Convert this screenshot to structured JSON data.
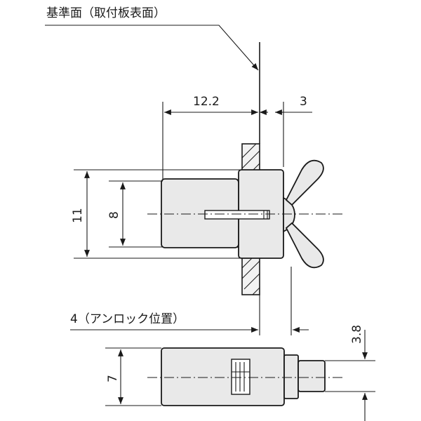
{
  "labels": {
    "reference_surface": "基準面（取付板表面）",
    "dim_12_2": "12.2",
    "dim_3": "3",
    "dim_11": "11",
    "dim_8": "8",
    "dim_4_unlock": "4（アンロック位置）",
    "dim_3_8": "3.8",
    "dim_7": "7"
  }
}
